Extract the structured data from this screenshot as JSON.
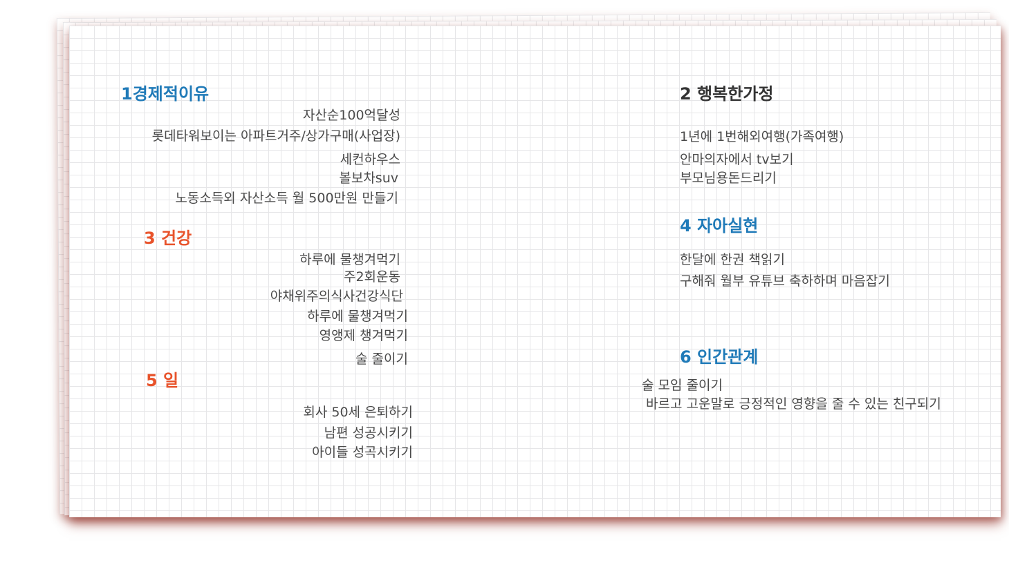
{
  "colors": {
    "blue_heading": "#1f7ab8",
    "red_heading": "#e8532b",
    "dark_heading": "#333333",
    "item_text": "#4a4a4a",
    "grid_line": "#e6e6e8"
  },
  "sections": {
    "s1": {
      "title": "1경제적이유",
      "items": [
        "자산순100억달성",
        "롯데타워보이는 아파트거주/상가구매(사업장)",
        "세컨하우스",
        "볼보차suv",
        "노동소득외 자산소득 월 500만원 만들기"
      ]
    },
    "s2": {
      "title": "2 행복한가정",
      "items": [
        "1년에 1번해외여행(가족여행)",
        "안마의자에서 tv보기",
        "부모님용돈드리기"
      ]
    },
    "s3": {
      "title": "3 건강",
      "items": [
        "하루에 물챙겨먹기",
        "주2회운동",
        "야채위주의식사건강식단",
        "하루에 물챙겨먹기",
        "영앵제 챙겨먹기",
        "술 줄이기"
      ]
    },
    "s4": {
      "title": "4 자아실현",
      "items": [
        "한달에 한권 책읽기",
        "구해줘 월부 유튜브 축하하며 마음잡기"
      ]
    },
    "s5": {
      "title": "5 일",
      "items": [
        "회사 50세 은퇴하기",
        "남편 성공시키기",
        "아이들 성곡시키기"
      ]
    },
    "s6": {
      "title": "6 인간관계",
      "items": [
        "술 모임 줄이기",
        "바르고 고운말로 긍정적인 영향을 줄 수 있는 친구되기"
      ]
    }
  }
}
